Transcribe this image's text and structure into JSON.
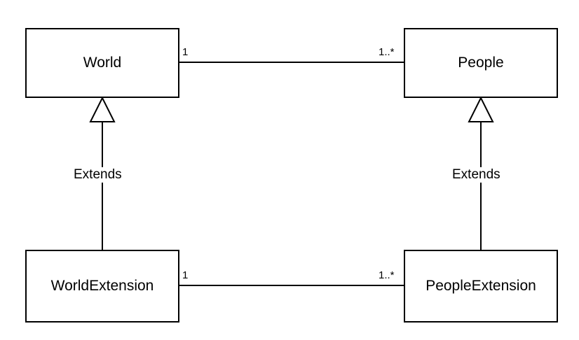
{
  "diagram": {
    "classes": {
      "world": "World",
      "people": "People",
      "world_extension": "WorldExtension",
      "people_extension": "PeopleExtension"
    },
    "relations": {
      "world_extends_label": "Extends",
      "people_extends_label": "Extends",
      "top_association": {
        "source_multiplicity": "1",
        "target_multiplicity": "1..*"
      },
      "bottom_association": {
        "source_multiplicity": "1",
        "target_multiplicity": "1..*"
      }
    }
  }
}
